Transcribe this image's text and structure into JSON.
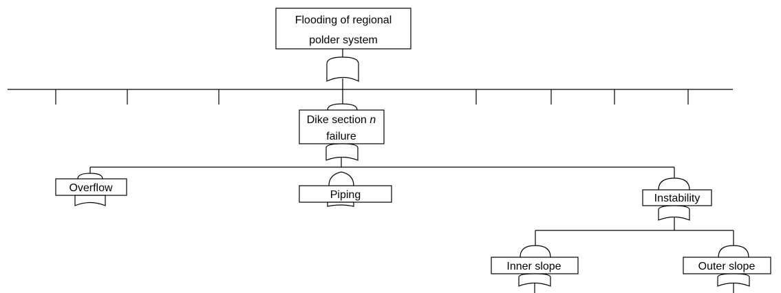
{
  "diagram": {
    "type": "fault-tree",
    "top_event": {
      "line1": "Flooding of regional",
      "line2": "polder system"
    },
    "dike_section": {
      "text_before_italic": "Dike section ",
      "italic": "n",
      "line2": "failure"
    },
    "failure_modes": {
      "overflow": "Overflow",
      "piping": "Piping",
      "instability": "Instability"
    },
    "instability_modes": {
      "inner_slope": "Inner slope",
      "outer_slope": "Outer slope"
    }
  }
}
